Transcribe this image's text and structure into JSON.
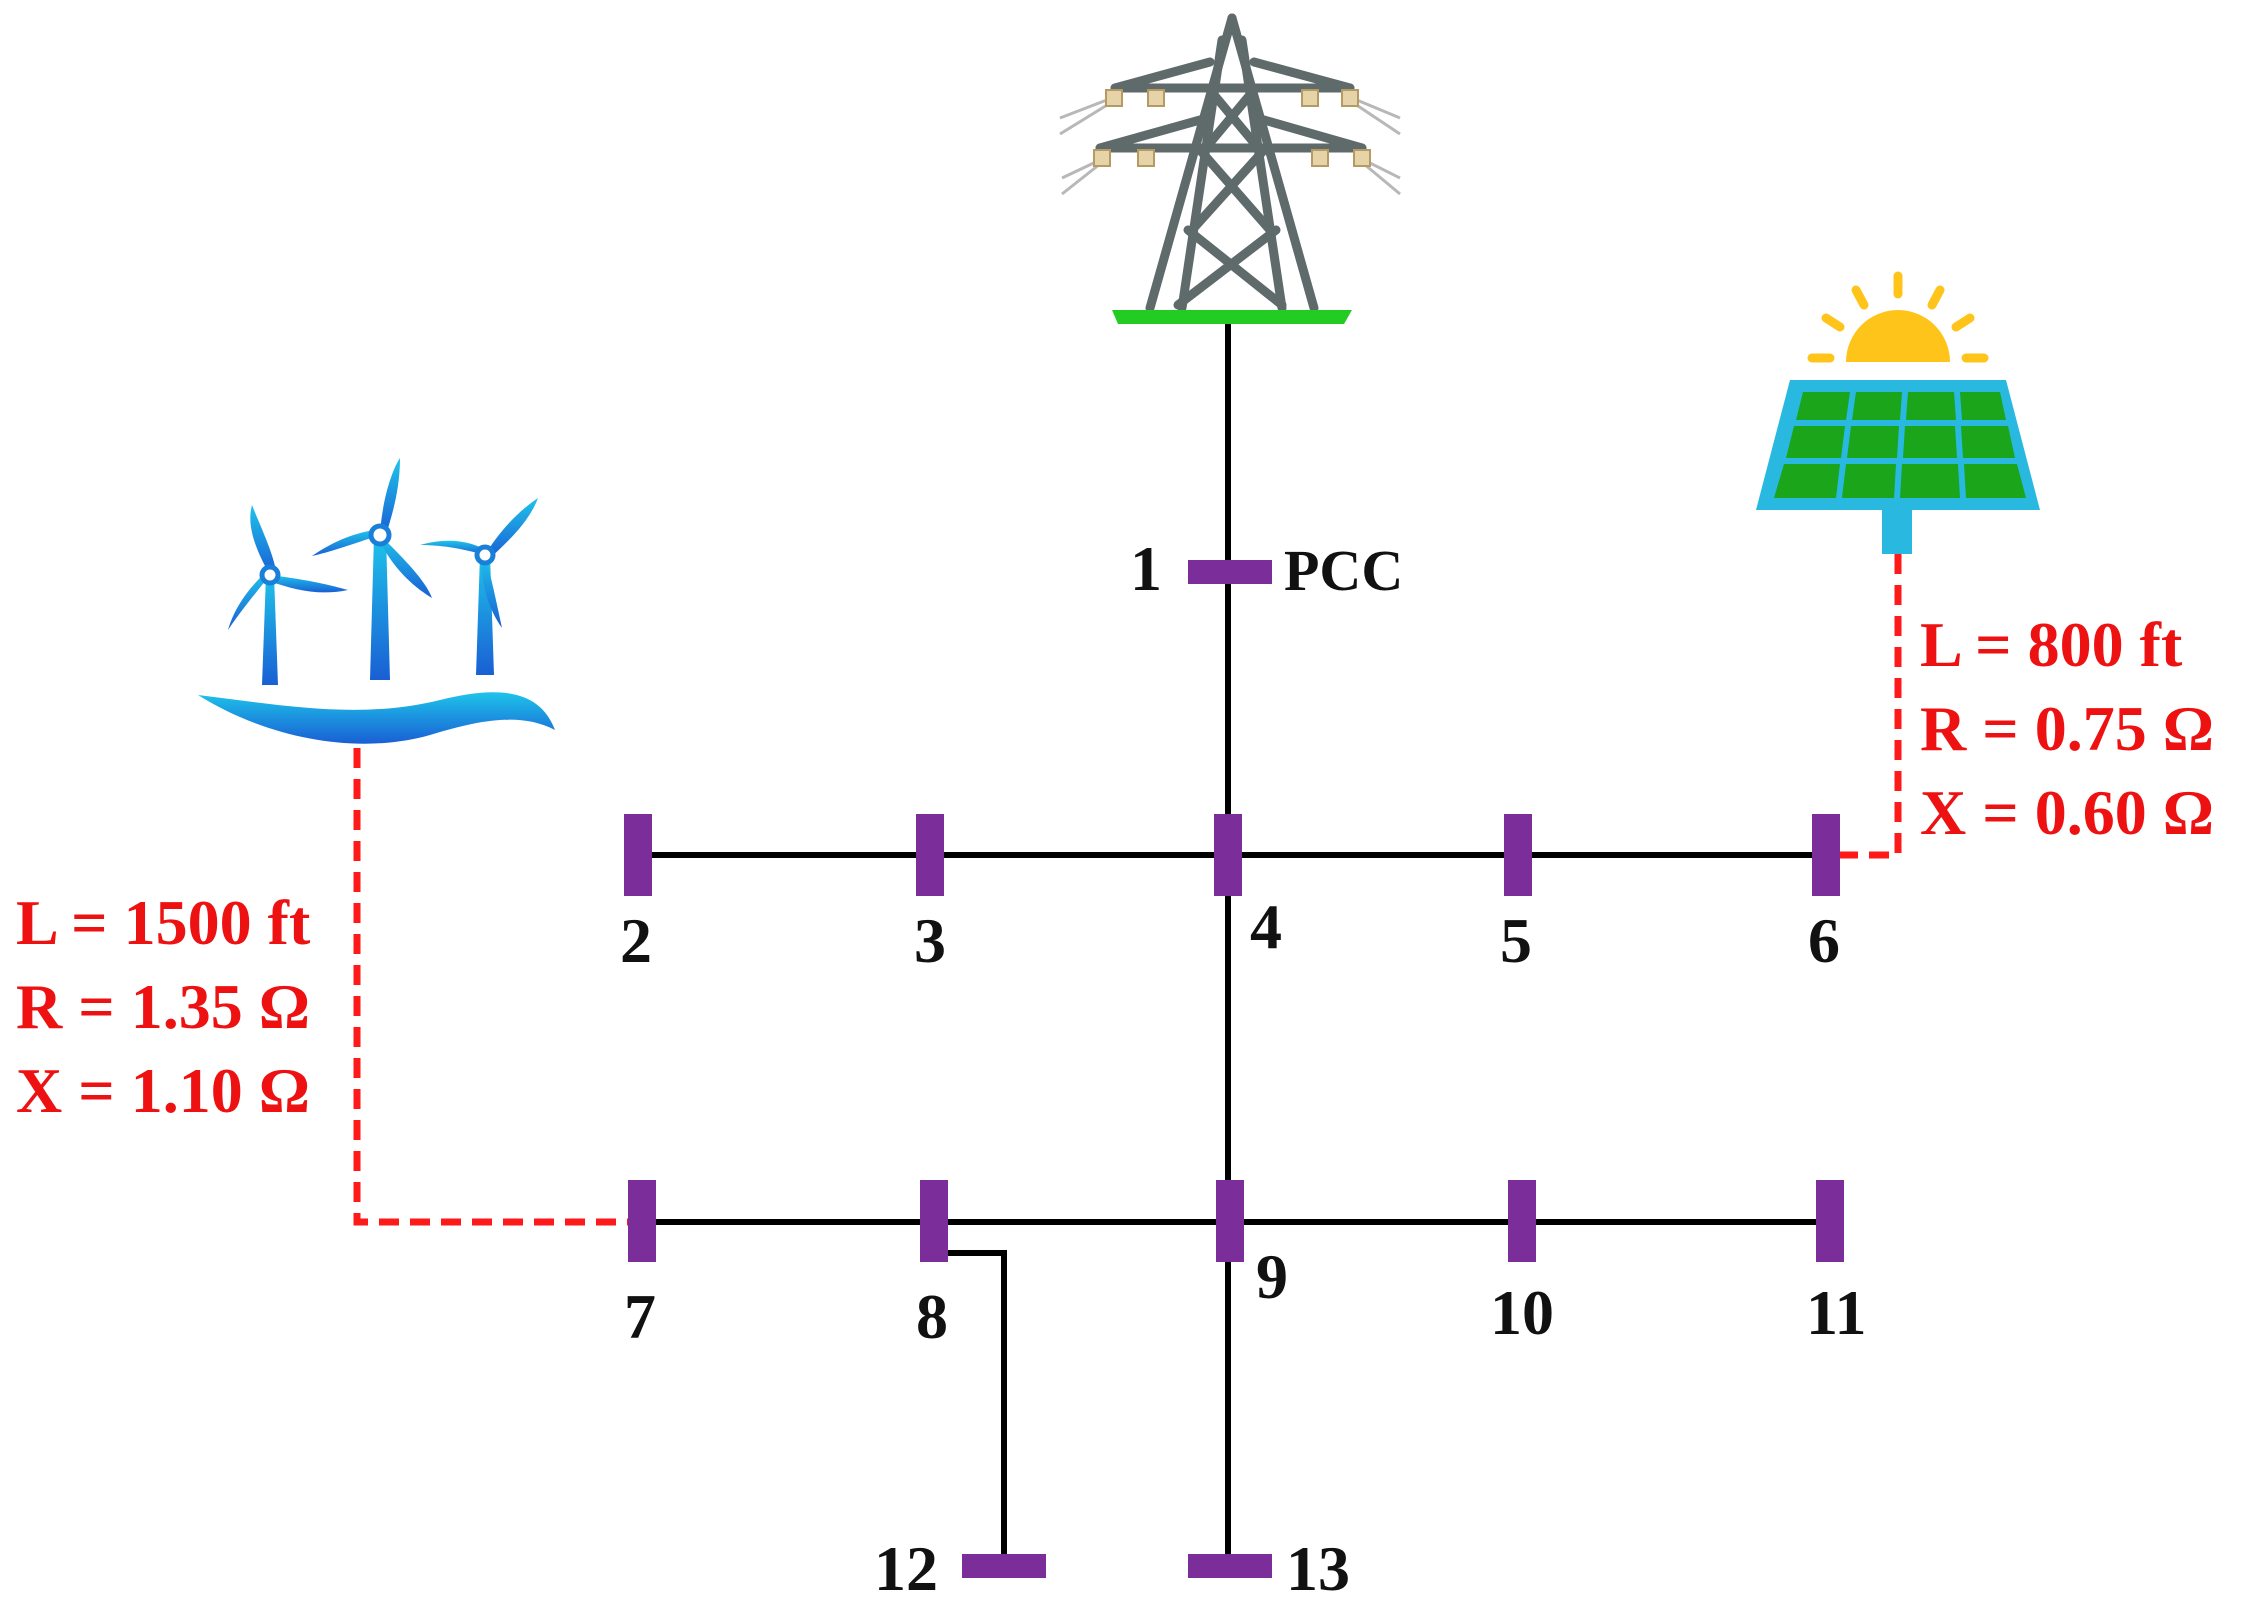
{
  "colors": {
    "bus": "#7b2d9a",
    "line": "#000000",
    "dg_line": "#ff1a1a",
    "label": "#111111",
    "param": "#ee1111",
    "tower": "#5f6b6b",
    "ground": "#22cc22",
    "sun": "#ffc41a",
    "panel_cell": "#1aa51a",
    "panel_frame": "#29b8e0",
    "wind": "#1e8fe0"
  },
  "icons": {
    "grid": "transmission-tower-icon",
    "pv": "solar-panel-icon",
    "wind": "wind-turbine-icon"
  },
  "buses": [
    {
      "id": "bus-1",
      "label": "1"
    },
    {
      "id": "bus-2",
      "label": "2"
    },
    {
      "id": "bus-3",
      "label": "3"
    },
    {
      "id": "bus-4",
      "label": "4"
    },
    {
      "id": "bus-5",
      "label": "5"
    },
    {
      "id": "bus-6",
      "label": "6"
    },
    {
      "id": "bus-7",
      "label": "7"
    },
    {
      "id": "bus-8",
      "label": "8"
    },
    {
      "id": "bus-9",
      "label": "9"
    },
    {
      "id": "bus-10",
      "label": "10"
    },
    {
      "id": "bus-11",
      "label": "11"
    },
    {
      "id": "bus-12",
      "label": "12"
    },
    {
      "id": "bus-13",
      "label": "13"
    }
  ],
  "pcc_label": "PCC",
  "pv_line": {
    "length": "L = 800 ft",
    "resistance": "R = 0.75 Ω",
    "reactance": "X = 0.60 Ω"
  },
  "wind_line": {
    "length": "L = 1500 ft",
    "resistance": "R = 1.35 Ω",
    "reactance": "X = 1.10 Ω"
  }
}
